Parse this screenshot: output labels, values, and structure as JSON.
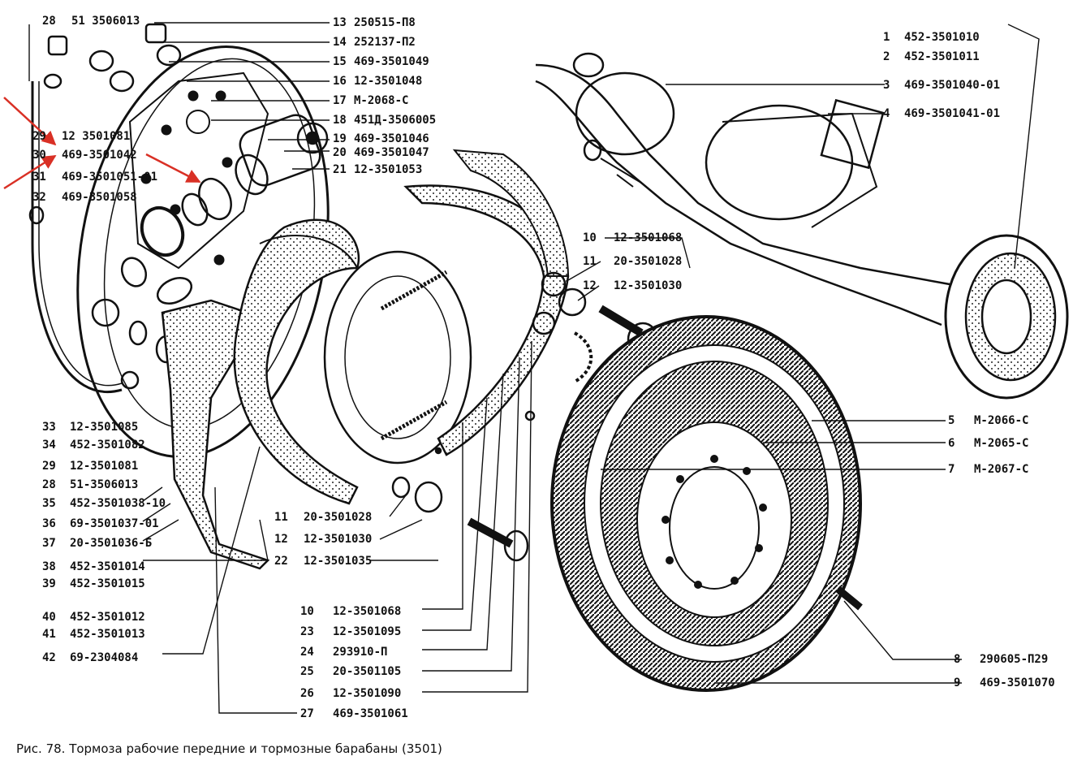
{
  "caption": "Рис. 78. Тормоза рабочие передние и тормозные барабаны (3501)",
  "labels_top_left": [
    {
      "n": "28",
      "code": "51  3506013"
    }
  ],
  "labels_center_top": [
    {
      "n": "13",
      "code": "250515-П8"
    },
    {
      "n": "14",
      "code": "252137-П2"
    },
    {
      "n": "15",
      "code": "469-3501049"
    },
    {
      "n": "16",
      "code": "12-3501048"
    },
    {
      "n": "17",
      "code": "М-2068-С"
    },
    {
      "n": "18",
      "code": "451Д-3506005"
    },
    {
      "n": "19",
      "code": "469-3501046"
    },
    {
      "n": "20",
      "code": "469-3501047"
    },
    {
      "n": "21",
      "code": "12-3501053"
    }
  ],
  "labels_left_upper": [
    {
      "n": "29",
      "code": "12  3501081"
    },
    {
      "n": "30",
      "code": "469-3501042"
    },
    {
      "n": "31",
      "code": "469-3501051-01"
    },
    {
      "n": "32",
      "code": "469-3501058"
    }
  ],
  "labels_left_lower": [
    {
      "n": "33",
      "code": "12-3501085"
    },
    {
      "n": "34",
      "code": "452-3501082"
    },
    {
      "n": "29",
      "code": "12-3501081"
    },
    {
      "n": "28",
      "code": "51-3506013"
    },
    {
      "n": "35",
      "code": "452-3501038-10"
    },
    {
      "n": "36",
      "code": "69-3501037-01"
    },
    {
      "n": "37",
      "code": "20-3501036-Б"
    },
    {
      "n": "38",
      "code": "452-3501014"
    },
    {
      "n": "39",
      "code": "452-3501015"
    },
    {
      "n": "40",
      "code": "452-3501012"
    },
    {
      "n": "41",
      "code": "452-3501013"
    },
    {
      "n": "42",
      "code": "69-2304084"
    }
  ],
  "labels_top_right": [
    {
      "n": "1",
      "code": "452-3501010"
    },
    {
      "n": "2",
      "code": "452-3501011"
    },
    {
      "n": "3",
      "code": "469-3501040-01"
    },
    {
      "n": "4",
      "code": "469-3501041-01"
    }
  ],
  "labels_mid": [
    {
      "n": "10",
      "code": "12-3501068"
    },
    {
      "n": "11",
      "code": "20-3501028"
    },
    {
      "n": "12",
      "code": "12-3501030"
    }
  ],
  "labels_right_mid": [
    {
      "n": "5",
      "code": "М-2066-С"
    },
    {
      "n": "6",
      "code": "М-2065-С"
    },
    {
      "n": "7",
      "code": "М-2067-С"
    }
  ],
  "labels_center_lower": [
    {
      "n": "11",
      "code": "20-3501028"
    },
    {
      "n": "12",
      "code": "12-3501030"
    },
    {
      "n": "22",
      "code": "12-3501035"
    }
  ],
  "labels_bottom_center": [
    {
      "n": "10",
      "code": "12-3501068"
    },
    {
      "n": "23",
      "code": "12-3501095"
    },
    {
      "n": "24",
      "code": "293910-П"
    },
    {
      "n": "25",
      "code": "20-3501105"
    },
    {
      "n": "26",
      "code": "12-3501090"
    },
    {
      "n": "27",
      "code": "469-3501061"
    }
  ],
  "labels_bottom_right": [
    {
      "n": "8",
      "code": "290605-П29"
    },
    {
      "n": "9",
      "code": "469-3501070"
    }
  ]
}
